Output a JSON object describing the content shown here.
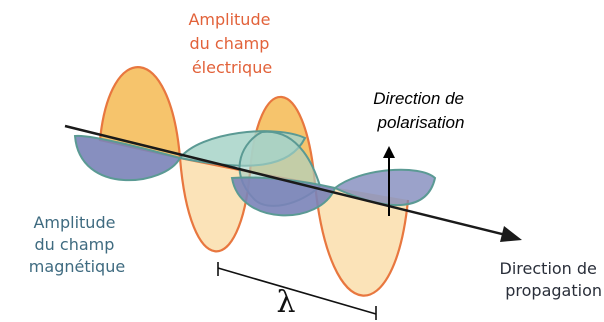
{
  "labels": {
    "electric_amplitude": [
      "Amplitude",
      "du champ",
      "électrique"
    ],
    "magnetic_amplitude": [
      "Amplitude",
      "du champ",
      "magnétique"
    ],
    "polarisation_direction": [
      "Direction de",
      "polarisation"
    ],
    "propagation_direction": [
      "Direction de",
      "propagation"
    ],
    "wavelength_symbol": "λ"
  },
  "colors": {
    "electric_stroke": "#e8773f",
    "electric_fill_dark": "#f6c46c",
    "electric_fill_light": "#fbe3b8",
    "magnetic_stroke": "#5b9a94",
    "magnetic_fill": "#7a83b8",
    "magnetic_fill_light": "#a7d3c8",
    "axis": "#1a1a1a"
  }
}
